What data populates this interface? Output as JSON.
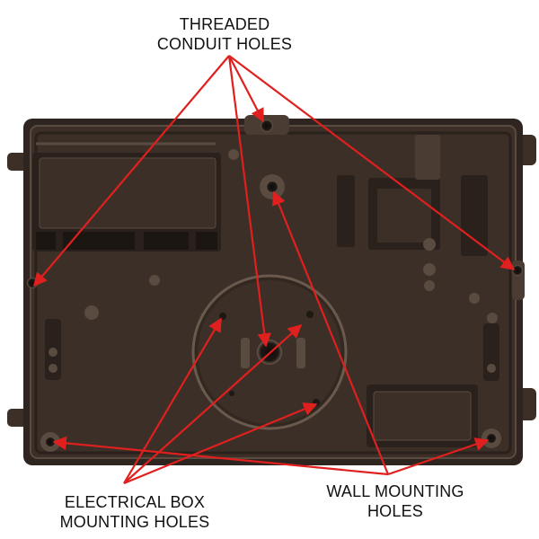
{
  "labels": {
    "threaded_conduit": [
      "THREADED",
      "CONDUIT HOLES"
    ],
    "electrical_box": [
      "ELECTRICAL BOX",
      "MOUNTING HOLES"
    ],
    "wall_mounting": [
      "WALL MOUNTING",
      "HOLES"
    ]
  },
  "colors": {
    "housing": "#3b2f28",
    "housing_dark": "#2a211c",
    "housing_light": "#5a4b41",
    "arrow": "#e0201e",
    "text": "#111111",
    "background": "#ffffff"
  }
}
